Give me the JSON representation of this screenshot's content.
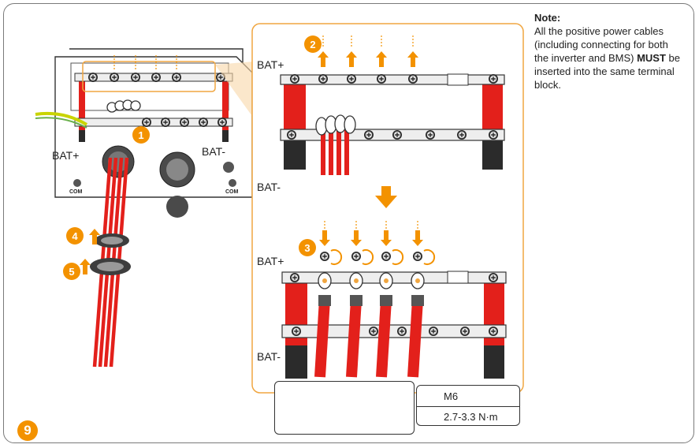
{
  "note": {
    "title": "Note:",
    "body_pre": "All the positive power cables (including connecting for both the inverter and BMS) ",
    "body_bold": "MUST",
    "body_post": " be inserted into the same terminal block."
  },
  "labels": {
    "left_bat_plus": "BAT+",
    "left_bat_minus": "BAT-",
    "com_left": "COM",
    "com_right": "COM",
    "top_bat_plus": "BAT+",
    "top_bat_minus": "BAT-",
    "bottom_bat_plus": "BAT+",
    "bottom_bat_minus": "BAT-"
  },
  "steps": [
    "1",
    "2",
    "3",
    "4",
    "5"
  ],
  "figure_step": "9",
  "spec": {
    "screw": "M6",
    "torque": "2.7-3.3 N·m",
    "screw_icon": "cross-screw-icon",
    "torque_icon": "rotate-icon"
  },
  "colors": {
    "accent": "#f39200",
    "cable_red": "#e3201b",
    "callout_border": "#f0a640",
    "metal_grey": "#9a9a9a",
    "dark": "#2b2b2b"
  }
}
